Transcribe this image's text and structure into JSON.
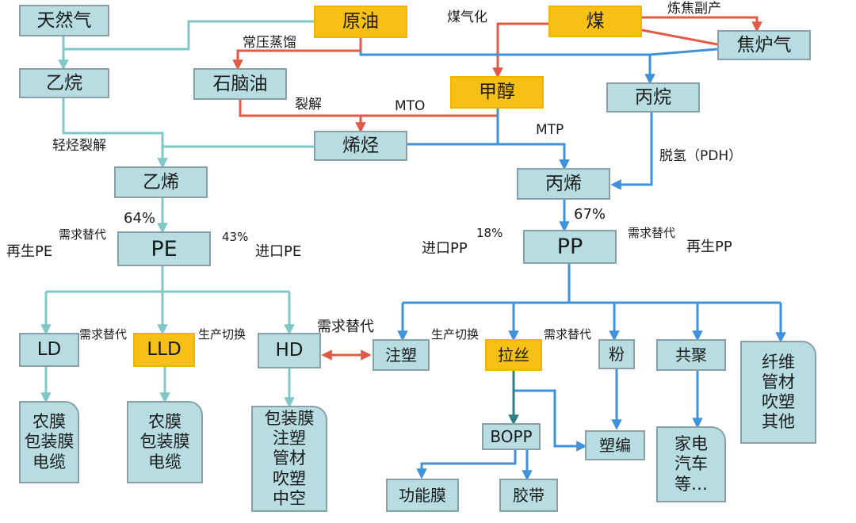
{
  "colors": {
    "node_fill": "#b7dde3",
    "node_highlight": "#f7c015",
    "teal_line": "#7fc8c8",
    "red_line": "#e05a47",
    "blue_line": "#3f92dc"
  },
  "nodes": {
    "natural_gas": "天然气",
    "crude_oil": "原油",
    "coal": "煤",
    "coke_oven_gas": "焦炉气",
    "ethane": "乙烷",
    "naphtha": "石脑油",
    "methanol": "甲醇",
    "propane": "丙烷",
    "olefins": "烯烃",
    "ethylene": "乙烯",
    "propylene": "丙烯",
    "pe": "PE",
    "pp": "PP",
    "ld": "LD",
    "lld": "LLD",
    "hd": "HD",
    "injection": "注塑",
    "raffia": "拉丝",
    "powder": "粉",
    "copolymer": "共聚",
    "bopp": "BOPP",
    "woven": "塑编",
    "functional_film": "功能膜",
    "tape": "胶带"
  },
  "outputs": {
    "ld": [
      "农膜",
      "包装膜",
      "电缆"
    ],
    "lld": [
      "农膜",
      "包装膜",
      "电缆"
    ],
    "hd": [
      "包装膜",
      "注塑",
      "管材",
      "吹塑",
      "中空"
    ],
    "copolymer": [
      "家电",
      "汽车",
      "等…"
    ],
    "pp_other": [
      "纤维",
      "管材",
      "吹塑",
      "其他"
    ]
  },
  "edge_labels": {
    "coal_gasification": "煤气化",
    "coking_byproduct": "炼焦副产",
    "atmospheric_distillation": "常压蒸馏",
    "cracking": "裂解",
    "mto": "MTO",
    "mtp": "MTP",
    "light_hc_cracking": "轻烃裂解",
    "pdh": "脱氢（PDH）",
    "ethylene_to_pe_pct": "64%",
    "propylene_to_pp_pct": "67%",
    "pe_import_pct": "43%",
    "pp_import_pct": "18%",
    "pe_demand_sub": "需求替代",
    "pe_recycled": "再生PE",
    "pe_import": "进口PE",
    "pp_import": "进口PP",
    "pp_demand_sub": "需求替代",
    "pp_recycled": "再生PP",
    "ld_lld_demand_sub": "需求替代",
    "lld_hd_switch": "生产切换",
    "hd_injection_demand_sub": "需求替代",
    "injection_raffia_switch": "生产切换",
    "raffia_powder_demand_sub": "需求替代"
  }
}
